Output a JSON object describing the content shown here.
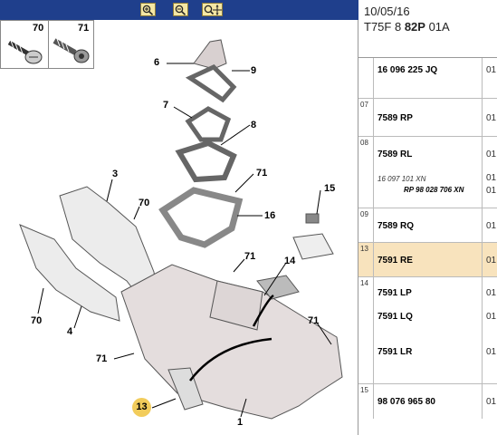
{
  "toolbar": {
    "buttons": [
      {
        "name": "zoom-in-icon"
      },
      {
        "name": "zoom-out-icon"
      },
      {
        "name": "zoom-pan-icon"
      }
    ]
  },
  "diagram": {
    "callouts": [
      "70",
      "71",
      "6",
      "9",
      "7",
      "8",
      "3",
      "71",
      "70",
      "15",
      "16",
      "70",
      "71",
      "14",
      "4",
      "71",
      "71",
      "13",
      "1"
    ],
    "screws": [
      "70",
      "71"
    ]
  },
  "panel": {
    "date": "10/05/16",
    "ref_prefix": "T75F 8",
    "ref_bold": "82P",
    "ref_suffix": "01A",
    "rows": [
      {
        "num": "",
        "part": "16 096 225 JQ",
        "qty": "01"
      },
      {
        "num": "07",
        "part": "7589 RP",
        "qty": "01"
      },
      {
        "num": "08",
        "part": "7589 RL",
        "qty": "01",
        "sub": "16 097 101 XN",
        "sub_qty": "01",
        "sub2": "RP 98 028 706 XN",
        "sub2_qty": "01"
      },
      {
        "num": "09",
        "part": "7589 RQ",
        "qty": "01"
      },
      {
        "num": "13",
        "part": "7591 RE",
        "qty": "01"
      },
      {
        "num": "14",
        "part": "7591 LP",
        "qty": "01",
        "extra": [
          "7591 LQ",
          "7591 LR"
        ],
        "extra_qty": [
          "01",
          "01"
        ]
      },
      {
        "num": "15",
        "part": "98 076 965 80",
        "qty": "01"
      }
    ]
  }
}
